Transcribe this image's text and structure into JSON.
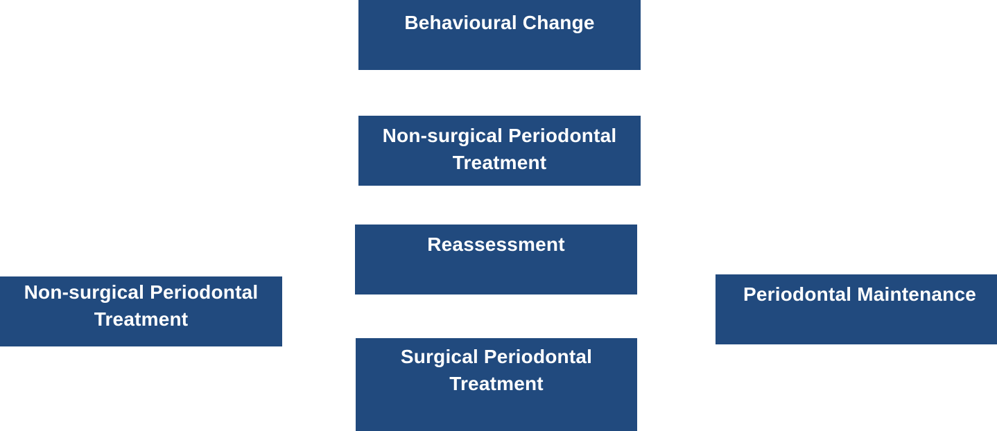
{
  "diagram": {
    "nodes": [
      {
        "id": "behavioural-change",
        "label": "Behavioural Change"
      },
      {
        "id": "nonsurgical-center",
        "label": "Non-surgical Periodontal Treatment"
      },
      {
        "id": "reassessment",
        "label": "Reassessment"
      },
      {
        "id": "surgical",
        "label": "Surgical Periodontal Treatment"
      },
      {
        "id": "nonsurgical-left",
        "label": "Non-surgical Periodontal Treatment"
      },
      {
        "id": "maintenance",
        "label": "Periodontal Maintenance"
      }
    ],
    "colors": {
      "box_fill": "#214a7e",
      "box_text": "#ffffff",
      "background": "#ffffff"
    }
  }
}
